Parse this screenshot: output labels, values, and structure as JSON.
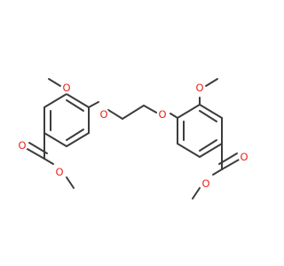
{
  "structure": {
    "atom_labels": [
      "O",
      "O",
      "O",
      "O",
      "O",
      "O",
      "O",
      "O"
    ],
    "colors": {
      "bond": "#3c3c3c",
      "oxygen": "#e8251a",
      "background": "#ffffff"
    }
  }
}
